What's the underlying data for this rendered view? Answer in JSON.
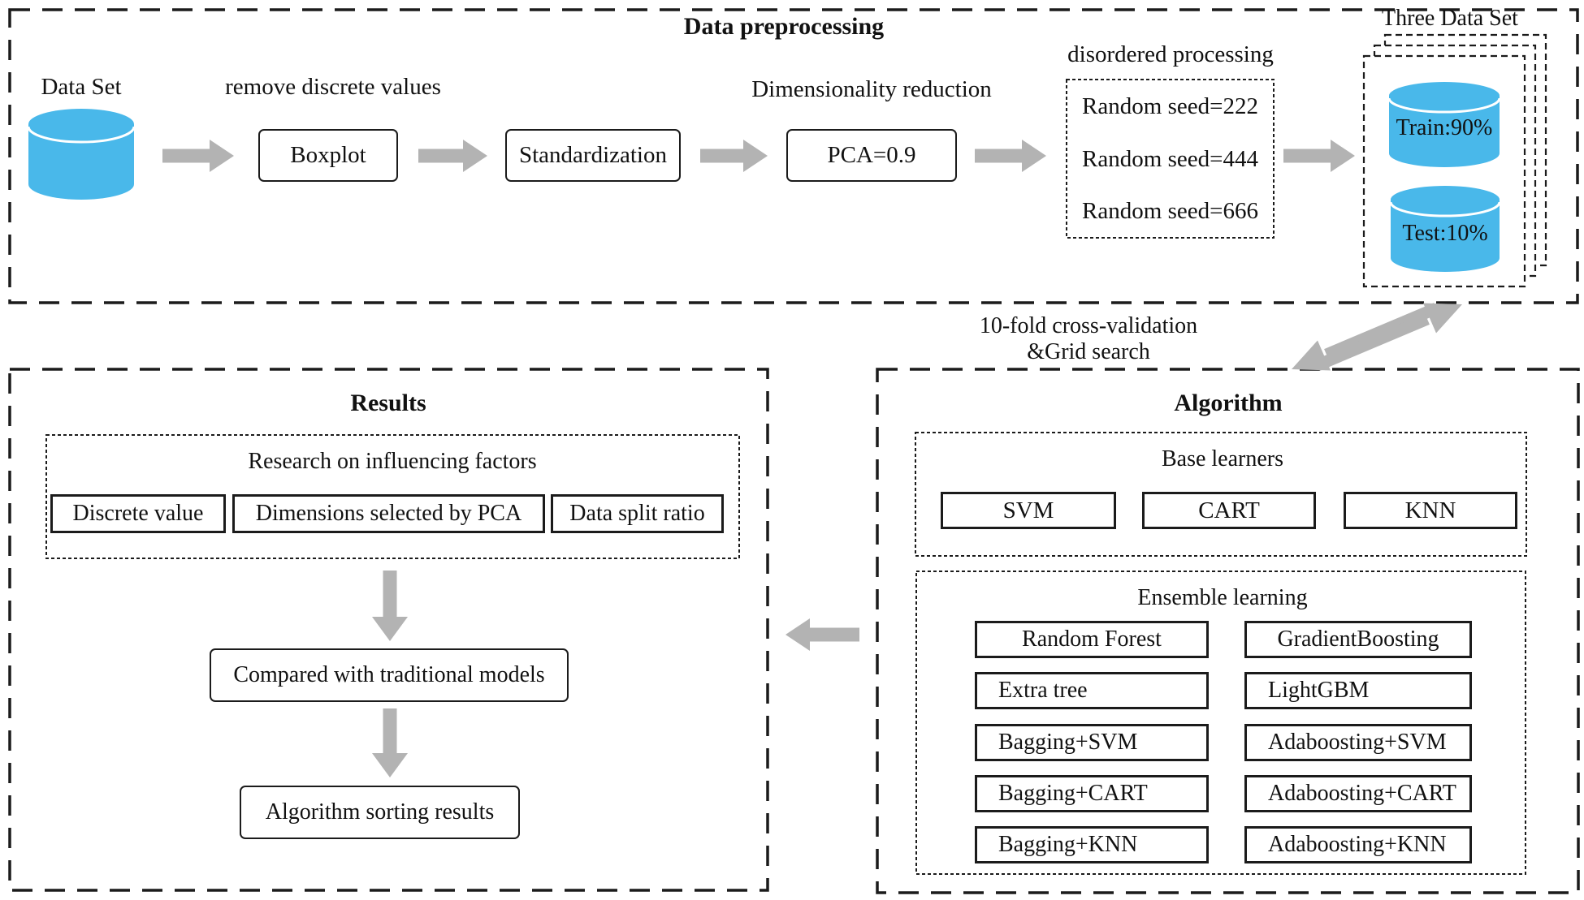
{
  "colors": {
    "cylinder_blue": "#49b8ea",
    "arrow_gray": "#b3b3b3",
    "line_black": "#1b1b1b"
  },
  "preprocessing": {
    "title": "Data preprocessing",
    "dataset_label": "Data Set",
    "remove_label": "remove discrete values",
    "boxplot": "Boxplot",
    "standardization": "Standardization",
    "dim_reduction_label": "Dimensionality reduction",
    "pca": "PCA=0.9",
    "disordered_label": "disordered processing",
    "seeds": [
      "Random seed=222",
      "Random seed=444",
      "Random seed=666"
    ],
    "three_dataset_title": "Three Data Set",
    "train": "Train:90%",
    "test": "Test:10%"
  },
  "crossval": {
    "line1": "10-fold cross-validation",
    "line2": "&Grid search"
  },
  "results": {
    "title": "Results",
    "research_title": "Research on influencing factors",
    "factors": [
      "Discrete value",
      "Dimensions selected by PCA",
      "Data split ratio"
    ],
    "compared": "Compared with traditional models",
    "sorting": "Algorithm sorting results"
  },
  "algorithm": {
    "title": "Algorithm",
    "base_title": "Base learners",
    "base_items": [
      "SVM",
      "CART",
      "KNN"
    ],
    "ensemble_title": "Ensemble learning",
    "ensemble_left": [
      "Random Forest",
      "Extra tree",
      "Bagging+SVM",
      "Bagging+CART",
      "Bagging+KNN"
    ],
    "ensemble_right": [
      "GradientBoosting",
      "LightGBM",
      "Adaboosting+SVM",
      "Adaboosting+CART",
      "Adaboosting+KNN"
    ]
  }
}
